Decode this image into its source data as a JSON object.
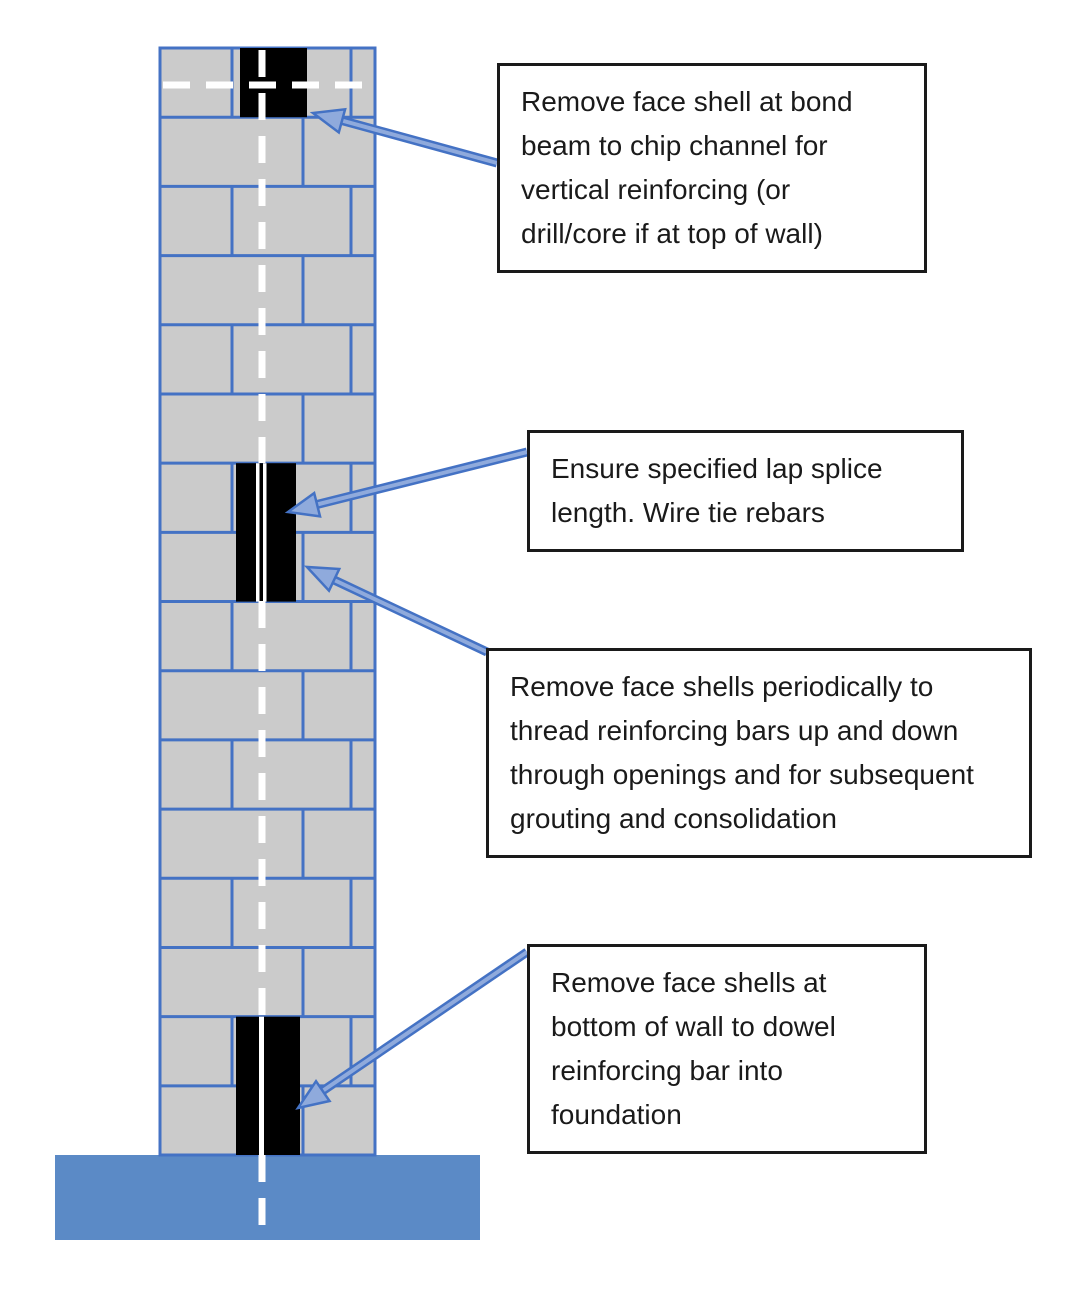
{
  "diagram": {
    "background": "#ffffff",
    "colors": {
      "page_bg": "#ffffff",
      "block_fill": "#cbcbcb",
      "joint_blue": "#4472c4",
      "opening_black": "#000000",
      "rebar_white": "#ffffff",
      "foundation_blue": "#5b8ac6",
      "arrow_fill": "#8faadc",
      "arrow_stroke": "#4472c4",
      "callout_border": "#1a1a1a"
    },
    "callouts": [
      {
        "id": "bond-beam",
        "text": "Remove face shell at bond beam to chip channel for vertical reinforcing (or drill/core if at top of wall)"
      },
      {
        "id": "lap-splice",
        "text": "Ensure specified lap splice length. Wire tie rebars"
      },
      {
        "id": "face-shells",
        "text": "Remove face shells periodically to thread reinforcing bars up and down through openings and for subsequent grouting and consolidation"
      },
      {
        "id": "dowel",
        "text": "Remove face shells at bottom of wall to dowel reinforcing bar into foundation"
      }
    ]
  }
}
